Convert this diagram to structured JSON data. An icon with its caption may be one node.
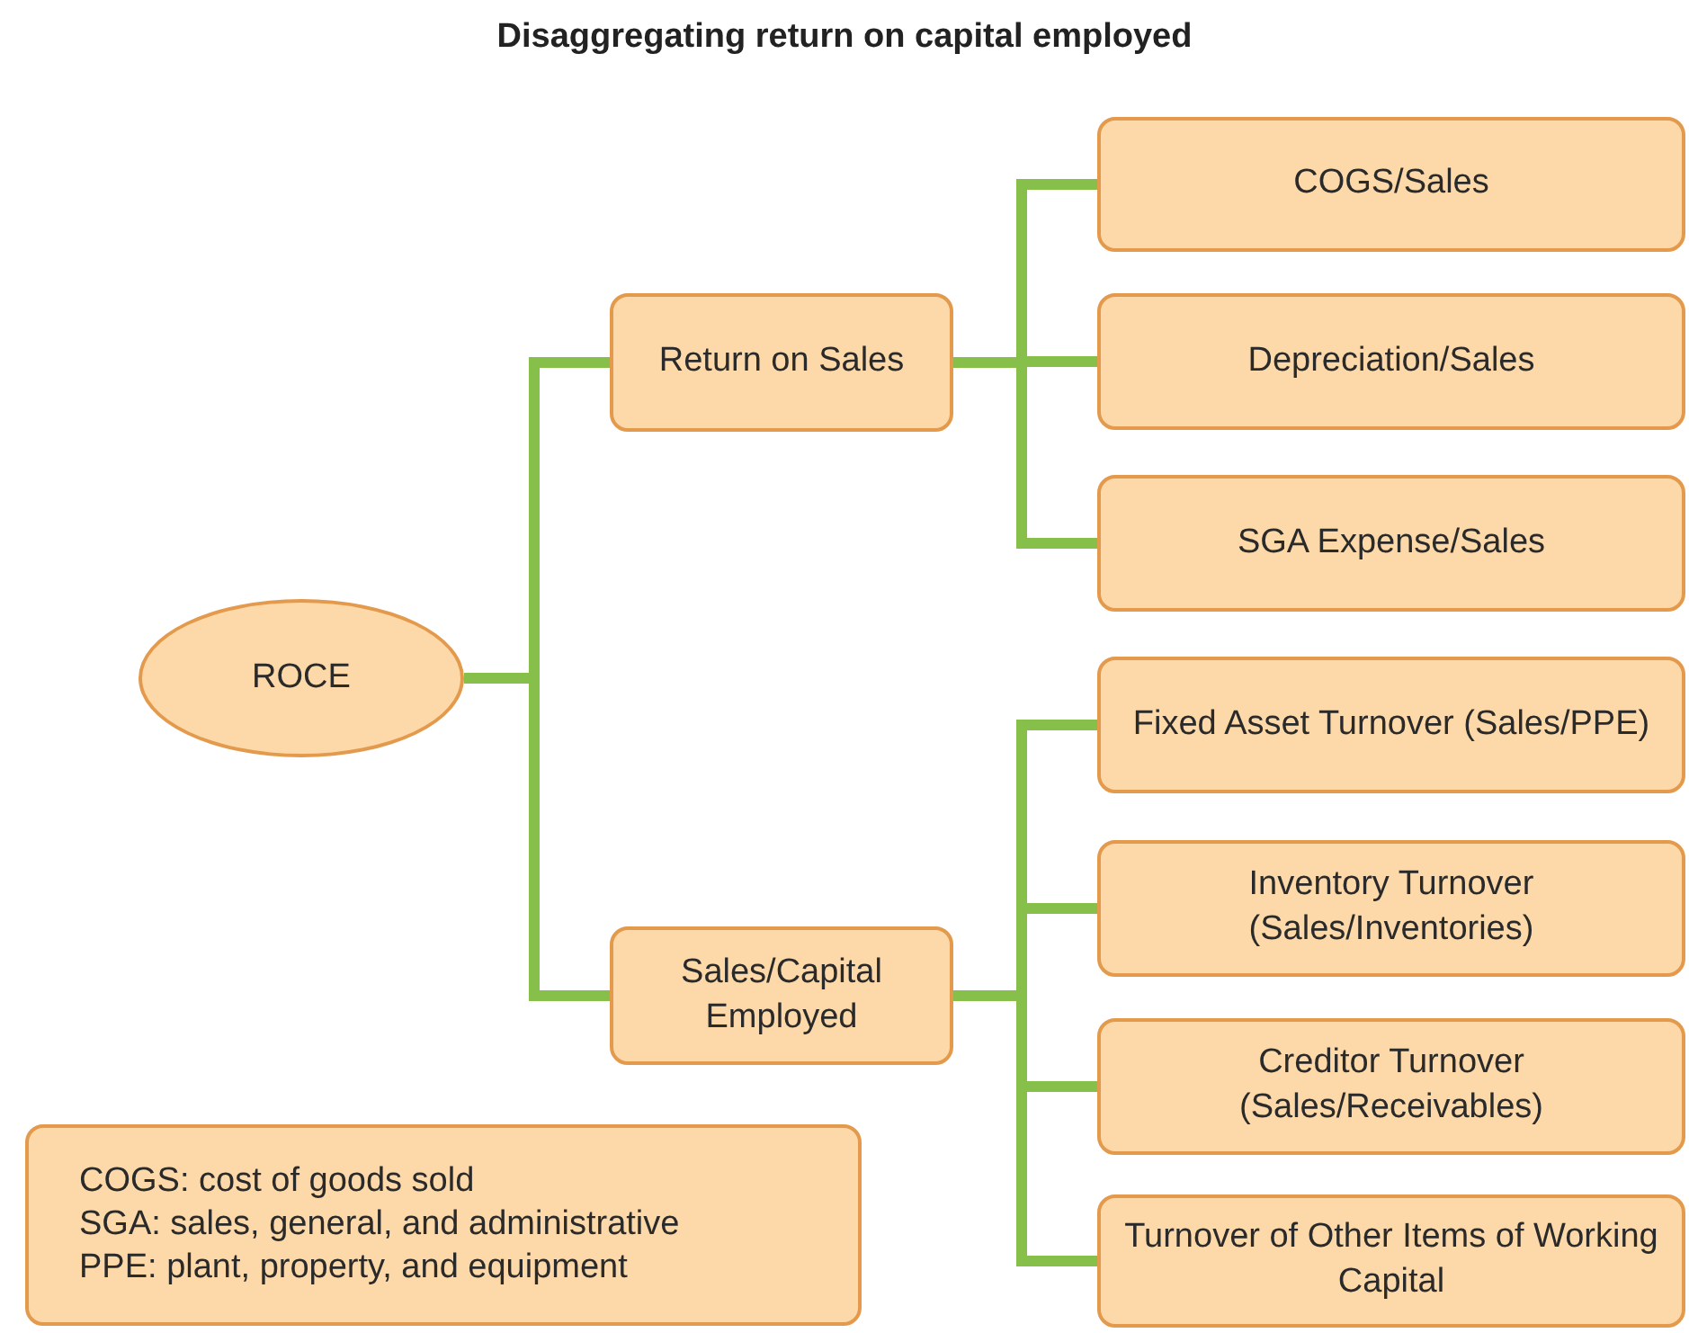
{
  "diagram": {
    "title": "Disaggregating return on capital employed",
    "nodes": [
      {
        "text": [
          "ROCE"
        ]
      },
      {
        "text": [
          "Return on Sales"
        ]
      },
      {
        "text": [
          "Sales/Capital Employed"
        ]
      },
      {
        "text": [
          "COGS/Sales"
        ]
      },
      {
        "text": [
          "Depreciation/Sales"
        ]
      },
      {
        "text": [
          "SGA Expense/Sales"
        ]
      },
      {
        "text": [
          "Fixed Asset Turnover (Sales/PPE)"
        ]
      },
      {
        "text": [
          "Inventory Turnover (Sales/Inventories)"
        ]
      },
      {
        "text": [
          "Creditor Turnover (Sales/Receivables)"
        ]
      },
      {
        "text": [
          "Turnover of Other Items of Working Capital"
        ]
      },
      {
        "text": [
          "COGS: cost of goods sold",
          "SGA: sales, general, and administrative",
          "PPE: plant, property, and equipment"
        ]
      }
    ],
    "edges": [
      {
        "from": 0,
        "to": 1,
        "arrow": "none"
      },
      {
        "from": 0,
        "to": 2,
        "arrow": "none"
      },
      {
        "from": 1,
        "to": 3,
        "arrow": "none"
      },
      {
        "from": 1,
        "to": 4,
        "arrow": "none"
      },
      {
        "from": 1,
        "to": 5,
        "arrow": "none"
      },
      {
        "from": 2,
        "to": 6,
        "arrow": "none"
      },
      {
        "from": 2,
        "to": 7,
        "arrow": "none"
      },
      {
        "from": 2,
        "to": 8,
        "arrow": "none"
      },
      {
        "from": 2,
        "to": 9,
        "arrow": "none"
      }
    ]
  }
}
